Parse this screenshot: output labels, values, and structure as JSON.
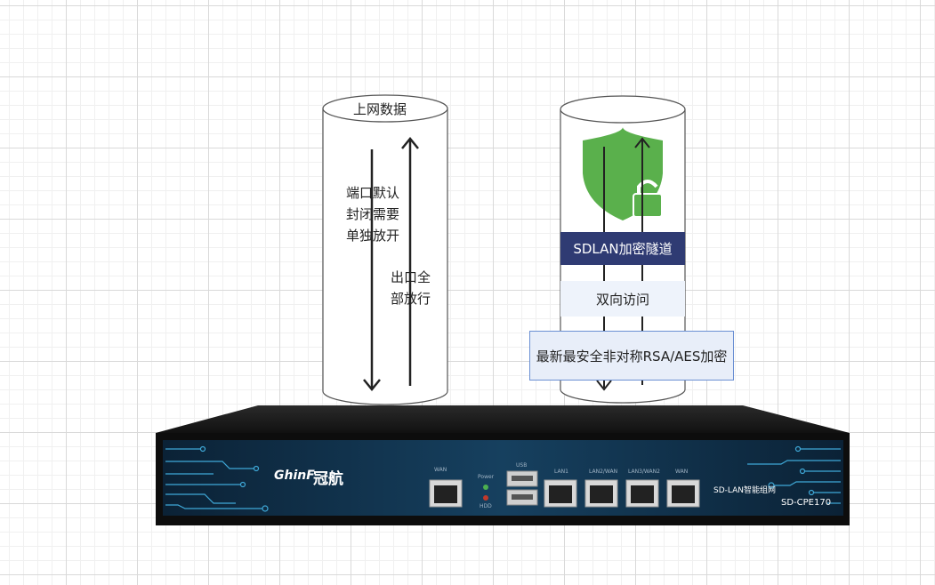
{
  "left_cylinder": {
    "title": "上网数据",
    "down_lines": [
      "端口默认",
      "封闭需要",
      "单独放开"
    ],
    "up_lines": [
      "出口全",
      "部放行"
    ]
  },
  "right_cylinder": {
    "tunnel_label": "SDLAN加密隧道",
    "access_label": "双向访问",
    "encryption_label": "最新最安全非对称RSA/AES加密"
  },
  "device": {
    "brand": "冠航",
    "logo_text": "GhinF",
    "product_line": "SD-LAN智能组网",
    "model": "SD-CPE170",
    "port_labels": [
      "WAN",
      "Power",
      "HDD",
      "USB",
      "LAN1",
      "LAN2/WAN",
      "LAN3/WAN2",
      "WAN"
    ]
  },
  "colors": {
    "tunnel_bg": "#2f3b73",
    "access_bg": "#eef3fb",
    "encryption_bg": "#e8eef9",
    "encryption_border": "#6a8fd3",
    "shield_green": "#5ab04c",
    "device_panel": "#0f2b44"
  },
  "icons": [
    "shield-lock-icon",
    "down-arrow-icon",
    "up-arrow-icon"
  ]
}
